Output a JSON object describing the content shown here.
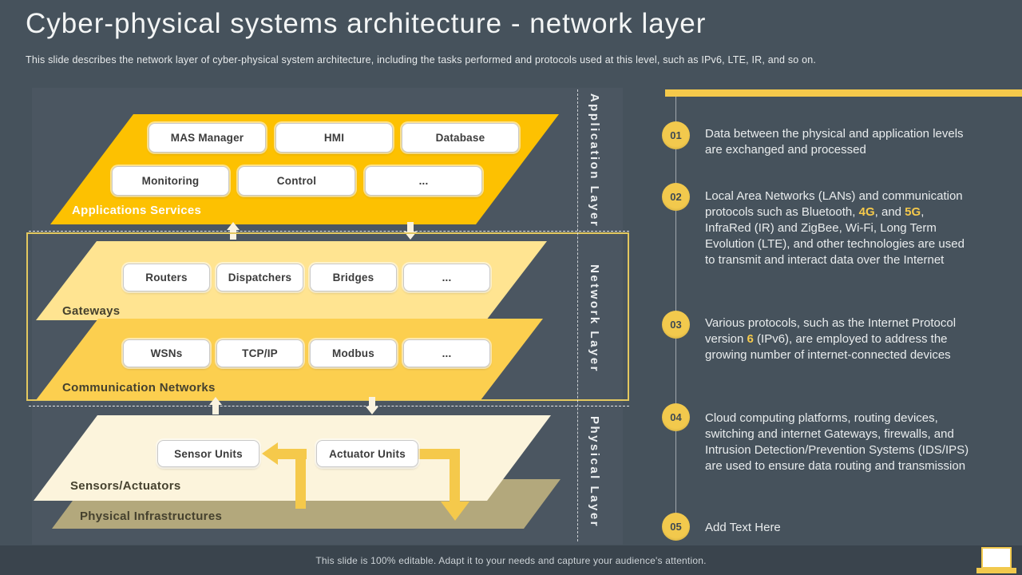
{
  "header": {
    "title": "Cyber-physical systems architecture - network layer",
    "subtitle": "This slide describes the network layer of cyber-physical system architecture, including the tasks performed and protocols used at this level, such as IPv6, LTE, IR, and so on."
  },
  "diagram": {
    "layer_labels": [
      "Application Layer",
      "Network Layer",
      "Physical Layer"
    ],
    "application": {
      "label": "Applications Services",
      "row1": [
        "MAS Manager",
        "HMI",
        "Database"
      ],
      "row2": [
        "Monitoring",
        "Control",
        "..."
      ]
    },
    "gateways": {
      "label": "Gateways",
      "items": [
        "Routers",
        "Dispatchers",
        "Bridges",
        "..."
      ]
    },
    "communication": {
      "label": "Communication Networks",
      "items": [
        "WSNs",
        "TCP/IP",
        "Modbus",
        "..."
      ]
    },
    "sensors": {
      "label": "Sensors/Actuators",
      "items": [
        "Sensor Units",
        "Actuator Units"
      ]
    },
    "infrastructure": {
      "label": "Physical Infrastructures"
    }
  },
  "steps": [
    {
      "num": "01",
      "segments": [
        {
          "t": "Data between the physical and application levels are exchanged and processed",
          "hl": false
        }
      ]
    },
    {
      "num": "02",
      "segments": [
        {
          "t": "Local Area Networks (LANs) and communication protocols such as Bluetooth, ",
          "hl": false
        },
        {
          "t": "4G",
          "hl": true
        },
        {
          "t": ", and ",
          "hl": false
        },
        {
          "t": "5G",
          "hl": true
        },
        {
          "t": ", InfraRed (IR) and ZigBee, Wi-Fi, Long Term Evolution (LTE), and other technologies are used to transmit and interact data over the Internet",
          "hl": false
        }
      ]
    },
    {
      "num": "03",
      "segments": [
        {
          "t": "Various protocols, such as the Internet Protocol version ",
          "hl": false
        },
        {
          "t": "6",
          "hl": true
        },
        {
          "t": " (IPv6), are employed to address the growing number of internet-connected devices",
          "hl": false
        }
      ]
    },
    {
      "num": "04",
      "segments": [
        {
          "t": "Cloud computing platforms, routing devices, switching and internet Gateways, firewalls, and Intrusion Detection/Prevention Systems (IDS/IPS) are used to ensure data routing and transmission",
          "hl": false
        }
      ]
    },
    {
      "num": "05",
      "segments": [
        {
          "t": "Add Text Here",
          "hl": false
        }
      ]
    }
  ],
  "footer": {
    "text": "This slide is 100% editable. Adapt it to your needs and capture your audience's attention."
  },
  "colors": {
    "background": "#46525C",
    "panel": "#4B5661",
    "footer_bg": "#3A444D",
    "accent": "#F5C94B",
    "amber": "#FDC101",
    "light_yellow": "#FFE491",
    "mid_yellow": "#FCCF4F",
    "cream": "#FCF4DC",
    "khaki": "#B3A87C",
    "badge": "#F2C94D"
  }
}
